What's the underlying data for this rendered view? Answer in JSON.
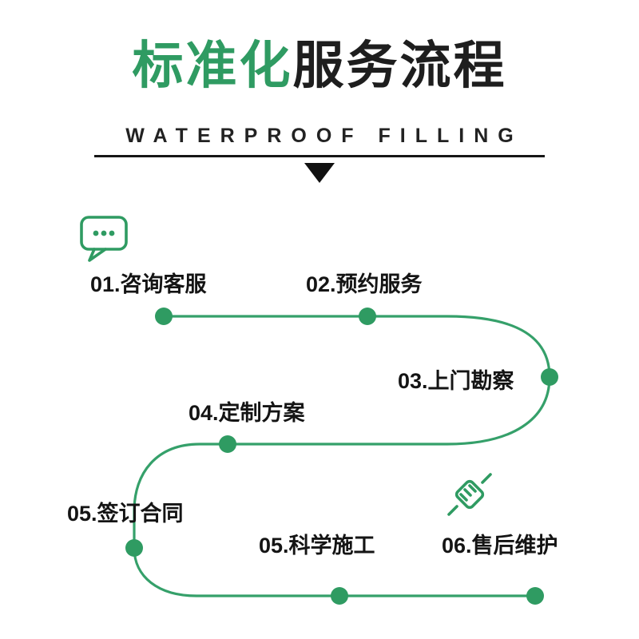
{
  "colors": {
    "green": "#2f9b62",
    "line_green": "#35a06a",
    "dark_text": "#1e1e1e"
  },
  "header": {
    "title_highlight": "标准化",
    "title_rest": "服务流程",
    "subtitle": "WATERPROOF FILLING"
  },
  "icons": {
    "chat": "chat-bubble-icon",
    "handshake": "handshake-icon",
    "triangle": "down-triangle-icon"
  },
  "steps": [
    {
      "label": "01.咨询客服"
    },
    {
      "label": "02.预约服务"
    },
    {
      "label": "03.上门勘察"
    },
    {
      "label": "04.定制方案"
    },
    {
      "label": "05.签订合同"
    },
    {
      "label": "05.科学施工"
    },
    {
      "label": "06.售后维护"
    }
  ]
}
